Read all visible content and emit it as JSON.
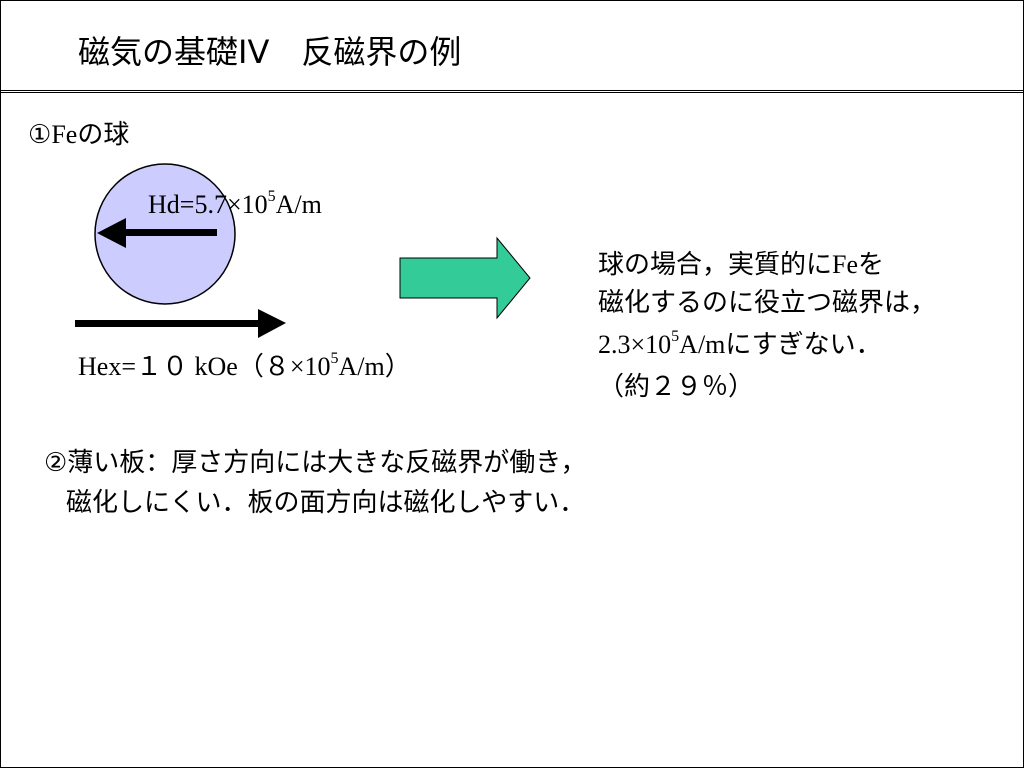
{
  "slide": {
    "title": "磁気の基礎IV　反磁界の例"
  },
  "section1": {
    "heading_prefix": "①",
    "heading_fe": "Fe",
    "heading_suffix": "の球",
    "hd_label_main": "Hd=5.7×10",
    "hd_label_exp": "5",
    "hd_label_unit": "A/m",
    "hex_label_prefix": "Hex=",
    "hex_label_value": "１０",
    "hex_label_unit": " kOe（８×10",
    "hex_label_exp": "5",
    "hex_label_end": "A/m）",
    "result_line1_a": "球の場合，実質的に",
    "result_line1_fe": "Fe",
    "result_line1_b": "を",
    "result_line2": "磁化するのに役立つ磁界は，",
    "result_line3_a": "2.3×10",
    "result_line3_exp": "5",
    "result_line3_b": "A/m",
    "result_line3_c": "にすぎない．",
    "result_line4": "（約２９％）"
  },
  "section2": {
    "line1": "②薄い板：厚さ方向には大きな反磁界が働き，",
    "line2": "磁化しにくい．板の面方向は磁化しやすい．"
  },
  "colors": {
    "sphere_fill": "#ccccff",
    "arrow_fill": "#33cc99",
    "text": "#000000"
  }
}
